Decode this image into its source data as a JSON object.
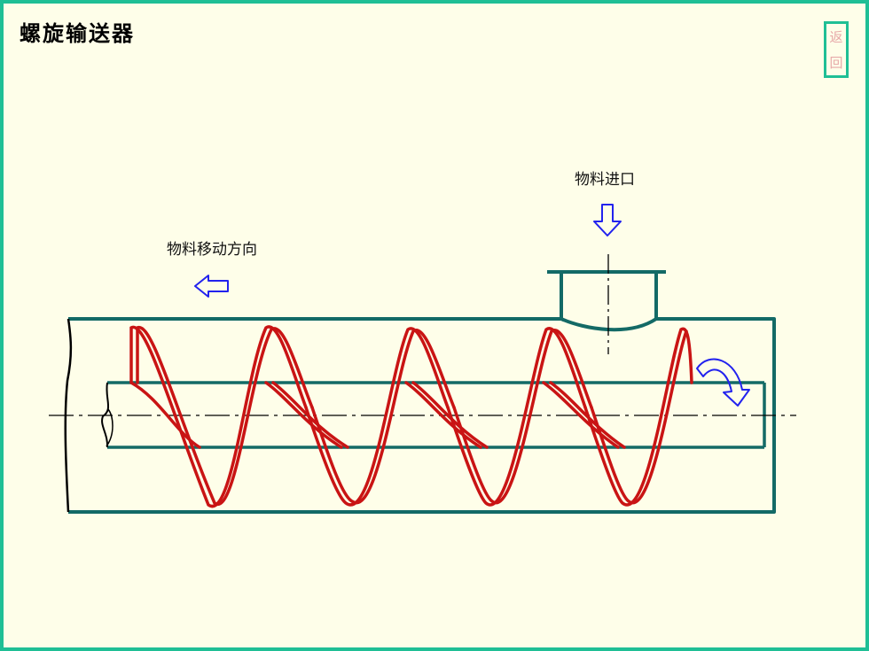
{
  "title": "螺旋输送器",
  "return_button": {
    "line1": "返",
    "line2": "回"
  },
  "labels": {
    "inlet": "物料进口",
    "direction": "物料移动方向"
  },
  "colors": {
    "frame": "#1fbf95",
    "housing": "#136a66",
    "flight": "#c91414",
    "arrow": "#2222ee",
    "background": "#fefee9"
  },
  "icons": [
    "inlet-arrow-icon",
    "direction-arrow-icon",
    "rotation-arrow-icon"
  ]
}
